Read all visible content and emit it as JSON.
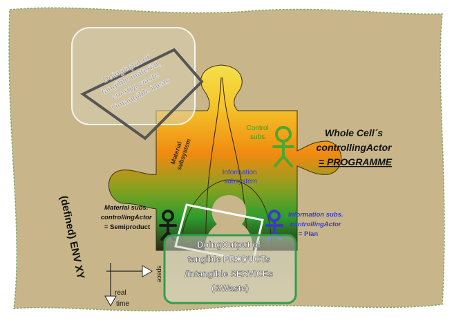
{
  "input_box": {
    "lines": [
      "DoingInput of",
      "tangible material,",
      "energy, waste",
      "/ intangible ideas"
    ]
  },
  "whole_cell": {
    "line1": "Whole Cell´s",
    "line2": "controllingActor",
    "line3": "= PROGRAMME"
  },
  "control_subs": {
    "line1": "Control",
    "line2": "subs."
  },
  "material_subsystem": {
    "line1": "Material",
    "line2": "subsystem"
  },
  "information_subsystem": {
    "line1": "Information",
    "line2": "subsystem"
  },
  "material_actor": {
    "line1": "Material subs.",
    "line2": "controllingActor",
    "line3": "= Semiproduct"
  },
  "information_actor": {
    "line1": "Information subs.",
    "line2": "controllingActor",
    "line3": "= Plan"
  },
  "output_box": {
    "lines": [
      "DoingOutput of",
      "tangible PRODUCTs",
      "/intangible SERVICEs",
      "(&Waste)"
    ]
  },
  "env_label": "(defined) ENV XY",
  "axes": {
    "space": "space",
    "time_line1": "real",
    "time_line2": "time"
  },
  "colors": {
    "background_sheet": "#c8b68a",
    "sheet_border": "#7fa86a",
    "puzzle_top": "#f5d43a",
    "puzzle_mid": "#f08a10",
    "puzzle_low": "#2e9e2e",
    "puzzle_bottom": "#3a2a1a",
    "control_actor": "#4aa830",
    "information_actor": "#3a3ad0",
    "material_actor": "#1a1a1a",
    "output_box_border": "#2ea04a"
  }
}
